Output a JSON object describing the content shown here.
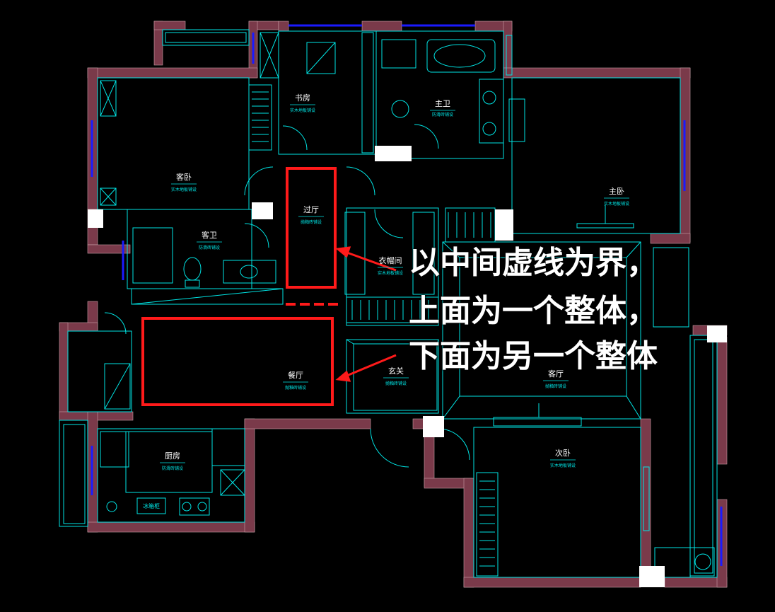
{
  "rooms": {
    "study": {
      "name": "书房",
      "note": "实木地板铺设"
    },
    "master_bath": {
      "name": "主卫",
      "note": "防滑砖铺设"
    },
    "guest_bed": {
      "name": "客卧",
      "note": "实木地板铺设"
    },
    "master_bed": {
      "name": "主卧",
      "note": "实木地板铺设"
    },
    "corridor": {
      "name": "过厅",
      "note": "抛釉砖铺设"
    },
    "guest_bath": {
      "name": "客卫",
      "note": "防滑砖铺设"
    },
    "closet": {
      "name": "衣帽间",
      "note": "实木地板铺设"
    },
    "dining": {
      "name": "餐厅",
      "note": "抛釉砖铺设"
    },
    "foyer": {
      "name": "玄关",
      "note": "抛釉砖铺设"
    },
    "living": {
      "name": "客厅",
      "note": "抛釉砖铺设"
    },
    "second_bed": {
      "name": "次卧",
      "note": "实木地板铺设"
    },
    "kitchen": {
      "name": "厨房",
      "note": "防滑砖铺设"
    },
    "fridge": {
      "name": "冰箱柜"
    }
  },
  "annotation": {
    "line1": "以中间虚线为界，",
    "line2": "上面为一个整体，",
    "line3": "下面为另一个整体"
  },
  "colors": {
    "wall": "#7a3a4a",
    "line": "#00e5e5",
    "window": "#1a1aff",
    "highlight": "#ff1a1a",
    "background": "#000000"
  }
}
